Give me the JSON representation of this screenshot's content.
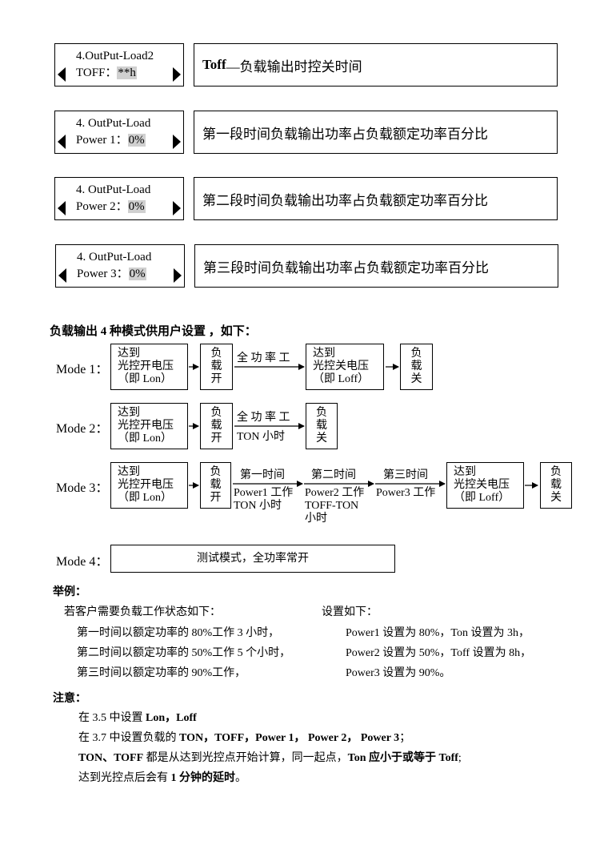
{
  "lcd_screens": [
    {
      "line1": "4.OutPut-Load2",
      "line2_label": "TOFF：",
      "line2_value": "**h",
      "desc_bold": "Toff",
      "desc_rest": "—负载输出时控关时间"
    },
    {
      "line1": "4. OutPut-Load",
      "line2_label": "Power 1：",
      "line2_value": "0%",
      "desc_bold": "",
      "desc_rest": "第一段时间负载输出功率占负载额定功率百分比"
    },
    {
      "line1": "4. OutPut-Load",
      "line2_label": "Power 2：",
      "line2_value": "0%",
      "desc_bold": "",
      "desc_rest": "第二段时间负载输出功率占负载额定功率百分比"
    },
    {
      "line1": "4. OutPut-Load",
      "line2_label": "Power 3：",
      "line2_value": "0%",
      "desc_bold": "",
      "desc_rest": "第三段时间负载输出功率占负载额定功率百分比"
    }
  ],
  "modes_heading": {
    "pre": "负载输出 ",
    "num": "4",
    "post": " 种模式供用户设置 ，如下："
  },
  "modes": {
    "m1": {
      "label": "Mode 1：",
      "start": [
        "达到",
        "光控开电压",
        "（即 Lon）"
      ],
      "on": [
        "负",
        "载",
        "开"
      ],
      "arrow_label": "全 功 率 工",
      "stop": [
        "达到",
        "光控关电压",
        "（即 Loff）"
      ],
      "off": [
        "负",
        "载",
        "关"
      ]
    },
    "m2": {
      "label": "Mode 2：",
      "start": [
        "达到",
        "光控开电压",
        "（即 Lon）"
      ],
      "on": [
        "负",
        "载",
        "开"
      ],
      "arrow_label": "全 功 率 工",
      "arrow_sub": "TON 小时",
      "off": [
        "负",
        "载",
        "关"
      ]
    },
    "m3": {
      "label": "Mode 3：",
      "start": [
        "达到",
        "光控开电压",
        "（即 Lon）"
      ],
      "on": [
        "负",
        "载",
        "开"
      ],
      "seg1_top": "第一时间",
      "seg1_b1": "Power1 工作",
      "seg1_b2": "TON 小时",
      "seg2_top": "第二时间",
      "seg2_b1": "Power2 工作",
      "seg2_b2": "TOFF-TON",
      "seg2_b3": "小时",
      "seg3_top": "第三时间",
      "seg3_b1": "Power3 工作",
      "stop": [
        "达到",
        "光控关电压",
        "（即 Loff）"
      ],
      "off": [
        "负",
        "载",
        "关"
      ]
    },
    "m4": {
      "label": "Mode 4：",
      "box": "测试模式，全功率常开"
    }
  },
  "example": {
    "heading": "举例：",
    "left": [
      "若客户需要负载工作状态如下：",
      "第一时间以额定功率的 80%工作 3 小时，",
      "第二时间以额定功率的 50%工作 5 个小时，",
      "第三时间以额定功率的 90%工作，"
    ],
    "right": [
      "设置如下：",
      "Power1 设置为 80%，Ton 设置为 3h，",
      "Power2 设置为 50%，Toff 设置为 8h，",
      "Power3 设置为 90%。"
    ]
  },
  "note": {
    "heading": "注意：",
    "l1_a": "在 3.5 中设置 ",
    "l1_b": "Lon，Loff",
    "l2_a": "在 3.7 中设置负载的 ",
    "l2_b": "TON，TOFF，Power 1， Power 2， Power 3",
    "l2_c": "；",
    "l3_a": "TON、TOFF",
    "l3_b": " 都是从达到光控点开始计算，同一起点，",
    "l3_c": "Ton 应小于或等于 Toff",
    "l3_d": ";",
    "l4_a": "达到光控点后会有 ",
    "l4_b": "1 分钟的延时",
    "l4_c": "。"
  }
}
